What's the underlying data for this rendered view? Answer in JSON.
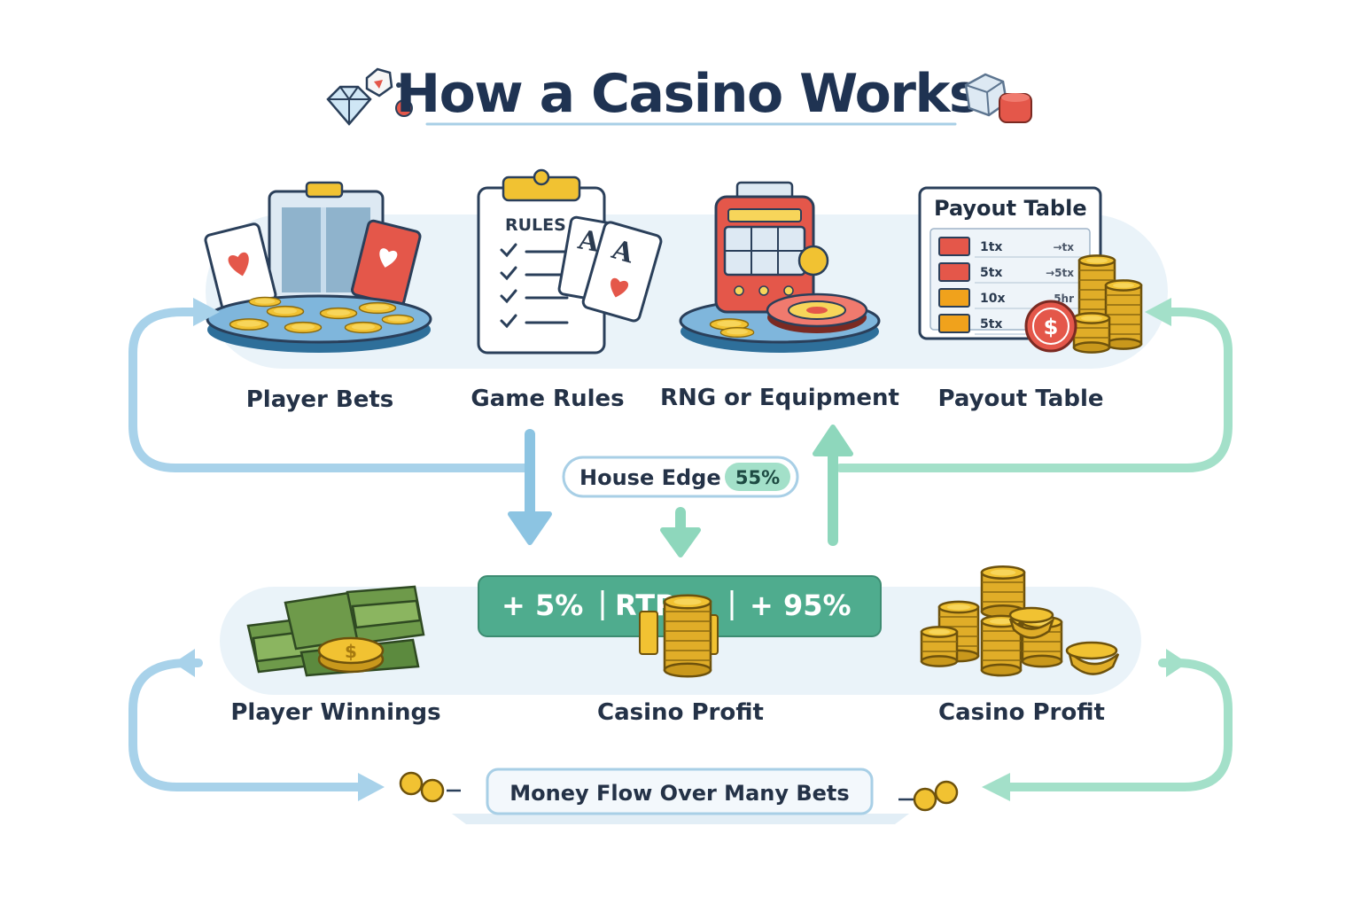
{
  "title": "How a Casino Works",
  "stages_top": [
    {
      "label": "Player Bets",
      "icon": "betting-table-icon"
    },
    {
      "label": "Game Rules",
      "icon": "rules-clipboard-icon"
    },
    {
      "label": "RNG or Equipment",
      "icon": "slot-machine-icon"
    },
    {
      "label": "Payout Table",
      "icon": "payout-table-icon"
    }
  ],
  "rules_board": {
    "heading": "RULES",
    "card_letter_1": "A",
    "card_letter_2": "A"
  },
  "payout_board": {
    "heading": "Payout Table",
    "rows": [
      {
        "left": "1tx",
        "right": "→tx",
        "color": "#e4574a"
      },
      {
        "left": "5tx",
        "right": "→5tx",
        "color": "#e4574a"
      },
      {
        "left": "10x",
        "right": "5hr",
        "color": "#f0a21c"
      },
      {
        "left": "5tx",
        "right": "",
        "color": "#f0a21c"
      }
    ],
    "coin_symbol": "$"
  },
  "house_edge": {
    "label": "House Edge",
    "value": "55%"
  },
  "split_bar": {
    "left": "+ 5%",
    "middle": "RTP",
    "right": "+ 95%",
    "color": "#4fac8e"
  },
  "stages_bottom": [
    {
      "label": "Player Winnings",
      "icon": "cash-stack-icon"
    },
    {
      "label": "Casino Profit",
      "icon": "coin-stack-icon"
    },
    {
      "label": "Casino Profit",
      "icon": "coin-pile-icon"
    }
  ],
  "money_flow": {
    "label": "Money Flow Over Many Bets"
  },
  "colors": {
    "title": "#1f3352",
    "panel": "#eaf3f9",
    "blue_arrow": "#8cc4e2",
    "green_arrow": "#8ed7bc",
    "coin": "#f1c232",
    "coin_dark": "#c9981c",
    "bar": "#4fac8e",
    "red": "#e4574a"
  },
  "coin_symbol": "$"
}
